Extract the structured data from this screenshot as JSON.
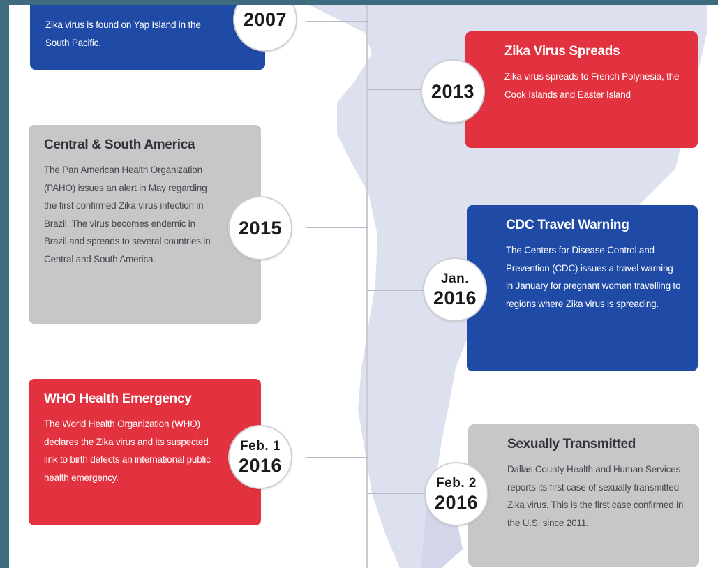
{
  "colors": {
    "frame": "#3f6b80",
    "blue": "#1f4aa6",
    "red": "#e3323f",
    "gray": "#c7c7c9",
    "map": "#d9dcec"
  },
  "events": [
    {
      "id": "2007",
      "year": "2007",
      "date": "",
      "title": "",
      "body": "Zika virus is found on Yap Island in the South Pacific.",
      "color": "blue"
    },
    {
      "id": "2013",
      "year": "2013",
      "date": "",
      "title": "Zika Virus Spreads",
      "body": "Zika virus spreads to French Polynesia, the Cook Islands and Easter Island",
      "color": "red"
    },
    {
      "id": "2015",
      "year": "2015",
      "date": "",
      "title": "Central & South America",
      "body": "The Pan American Health Organization (PAHO) issues an alert in May regarding the first confirmed Zika virus infection in Brazil. The virus becomes endemic in Brazil and spreads to several countries in Central and South America.",
      "color": "gray"
    },
    {
      "id": "jan2016",
      "year": "2016",
      "date": "Jan.",
      "title": "CDC Travel Warning",
      "body": "The Centers for Disease Control and Prevention (CDC) issues a travel warning in January for pregnant women travelling to regions where Zika virus is spreading.",
      "color": "blue"
    },
    {
      "id": "feb1-2016",
      "year": "2016",
      "date": "Feb. 1",
      "title": "WHO Health Emergency",
      "body": "The World Health Organization (WHO) declares the Zika virus and its suspected link to birth defects an international public health emergency.",
      "color": "red"
    },
    {
      "id": "feb2-2016",
      "year": "2016",
      "date": "Feb. 2",
      "title": "Sexually Transmitted",
      "body": "Dallas County Health and Human Services reports its first case of sexually transmitted Zika virus. This is the first case confirmed in the U.S. since 2011.",
      "color": "gray"
    }
  ]
}
